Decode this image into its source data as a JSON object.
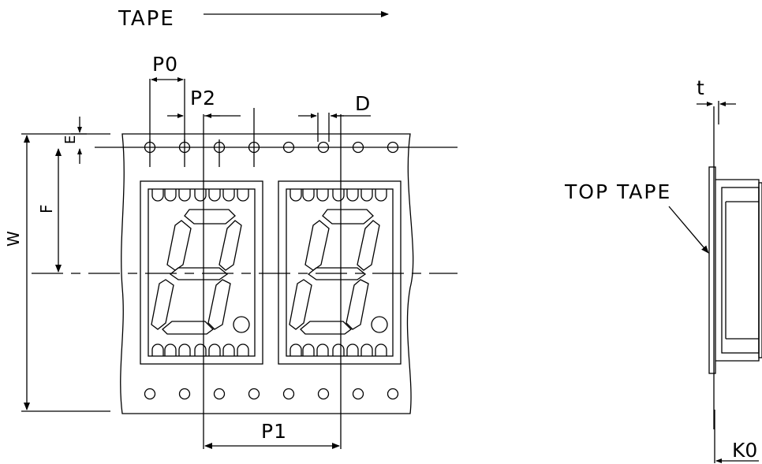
{
  "labels": {
    "tape": "TAPE",
    "p0": "P0",
    "p2": "P2",
    "d": "D",
    "e": "E",
    "f": "F",
    "w": "W",
    "p1": "P1",
    "t": "t",
    "top_tape": "TOP TAPE",
    "k0": "K0"
  }
}
